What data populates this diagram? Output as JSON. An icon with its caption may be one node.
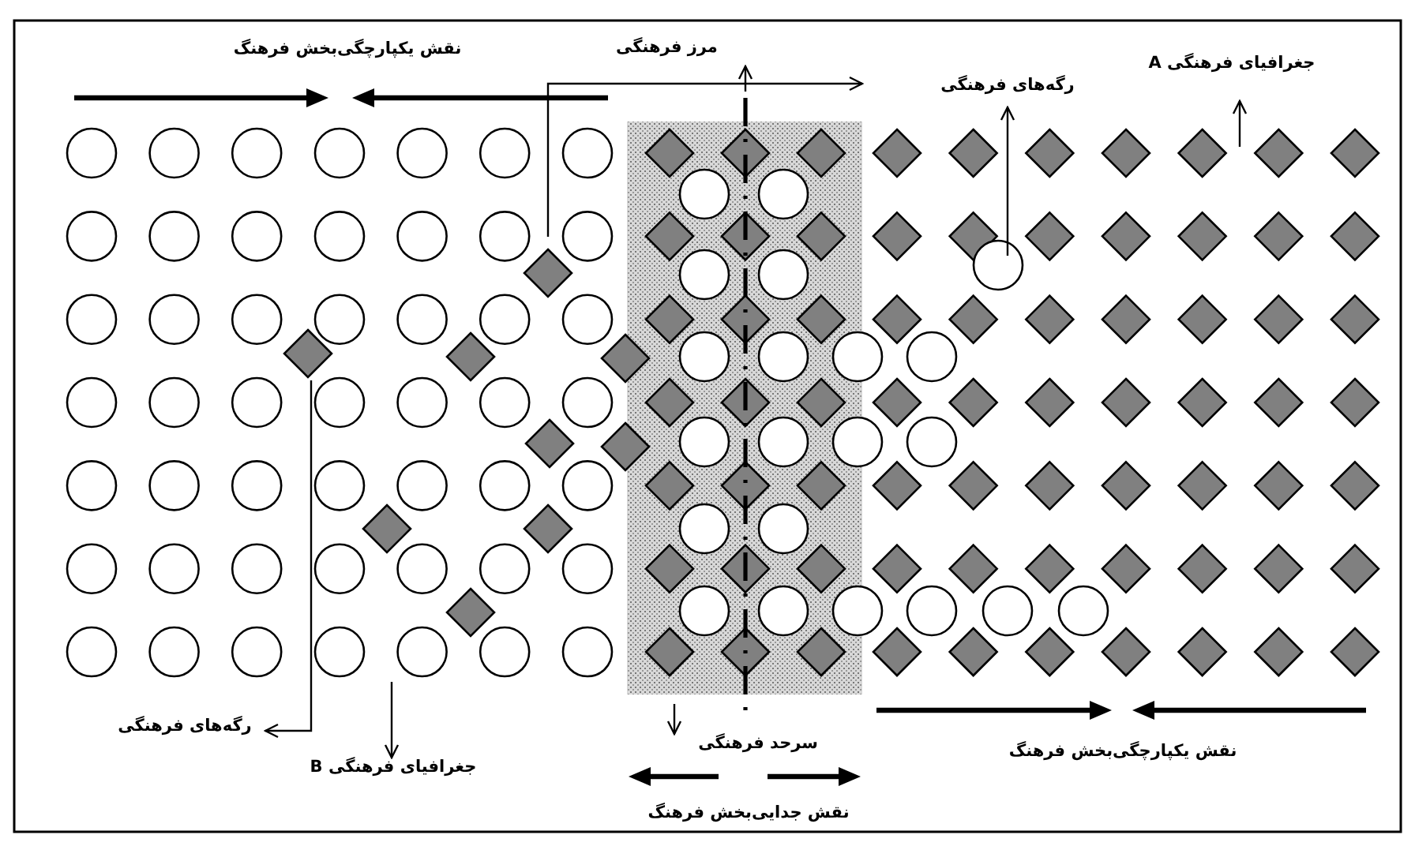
{
  "diagram": {
    "nodes": [
      {
        "text": [
          "مرز فرهنگی"
        ]
      },
      {
        "text": [
          "رگه‌های فرهنگی"
        ]
      },
      {
        "text": [
          "جغرافیای فرهنگی A"
        ]
      },
      {
        "text": [
          "رگه‌های فرهنگی"
        ]
      },
      {
        "text": [
          "جغرافیای فرهنگی B"
        ]
      },
      {
        "text": [
          "سرحد فرهنگی"
        ]
      }
    ],
    "edges": [
      {
        "from": null,
        "to": 0,
        "arrow": "to"
      },
      {
        "from": null,
        "to": 1,
        "arrow": "to"
      },
      {
        "from": null,
        "to": 2,
        "arrow": "to"
      },
      {
        "from": null,
        "to": 3,
        "arrow": "to"
      },
      {
        "from": null,
        "to": 4,
        "arrow": "to"
      },
      {
        "from": null,
        "to": 5,
        "arrow": "to"
      }
    ],
    "labels": [
      "نقش یکپارچگی‌بخش فرهنگ",
      "نقش یکپارچگی‌بخش فرهنگ",
      "نقش جدایی‌بخش فرهنگ"
    ]
  }
}
